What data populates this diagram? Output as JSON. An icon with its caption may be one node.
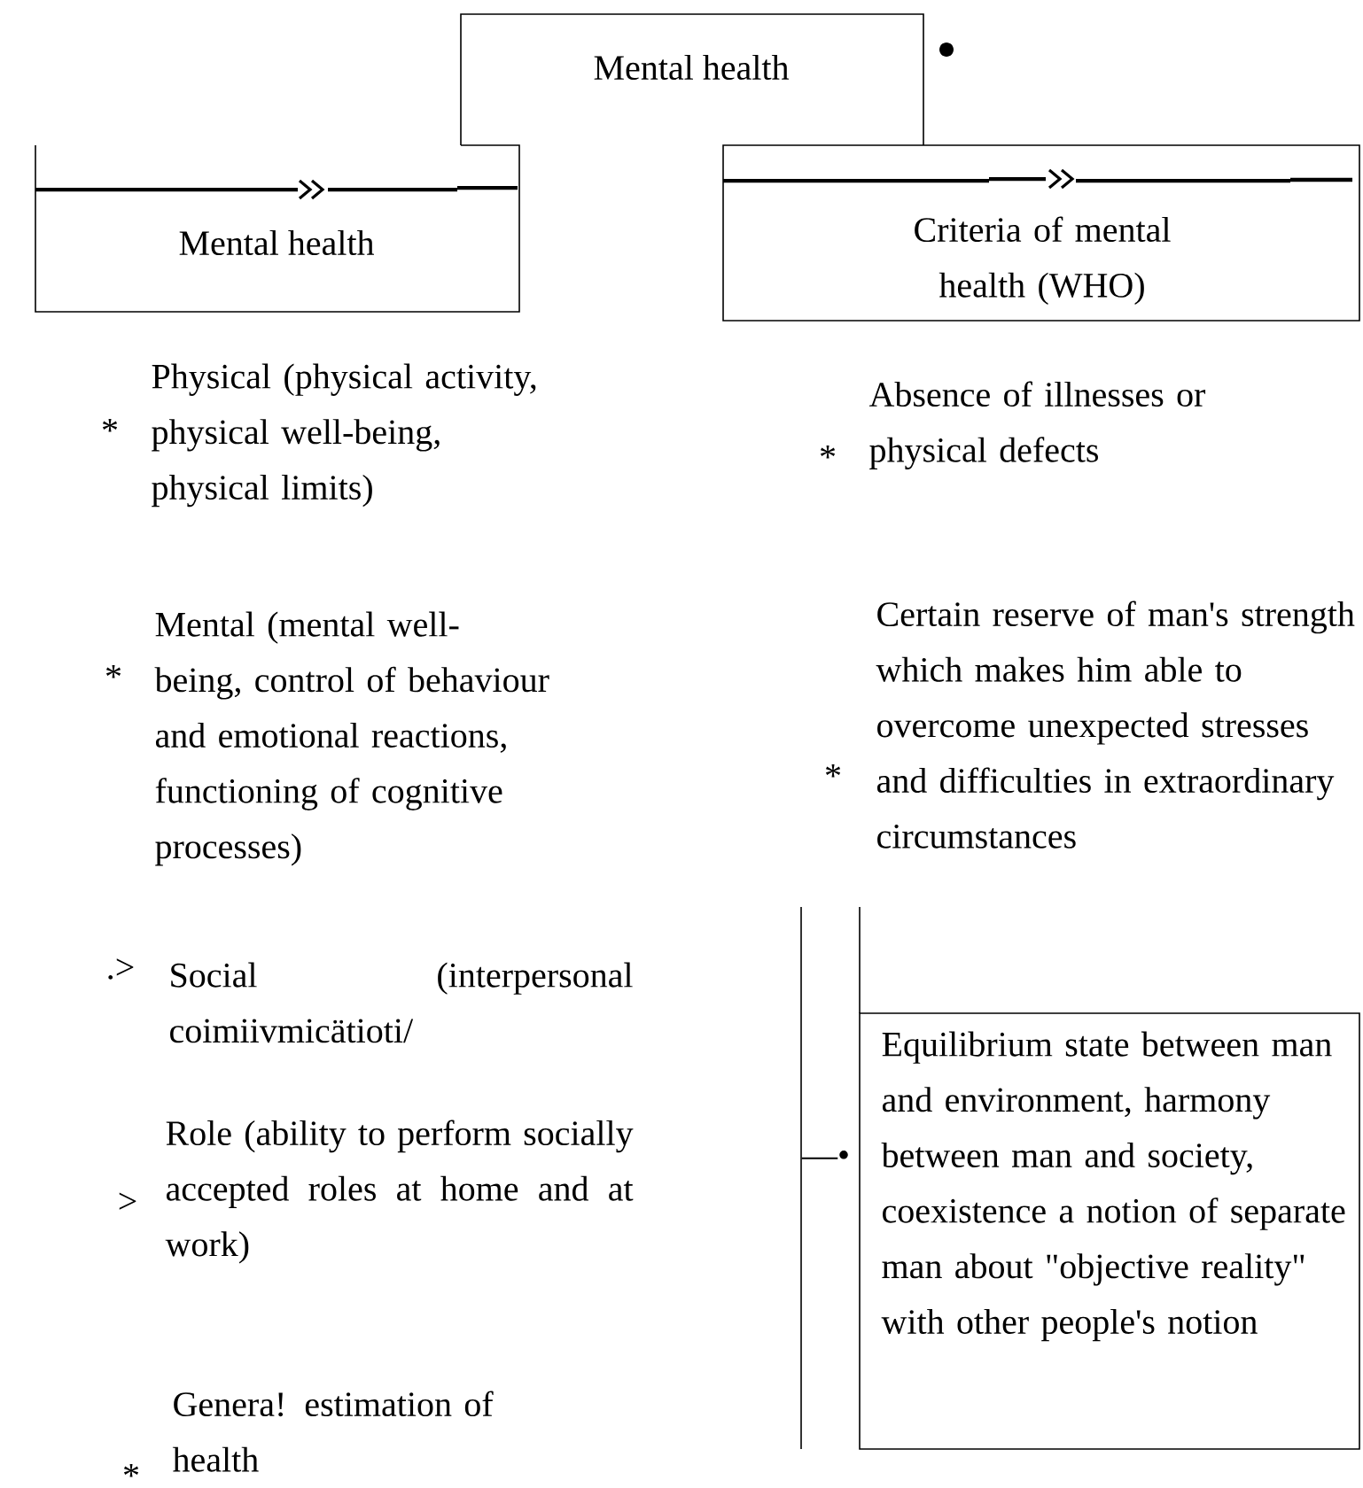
{
  "diagram": {
    "nodes": [
      {
        "text": [
          "Mental health"
        ]
      },
      {
        "text": [
          "Mental health"
        ]
      },
      {
        "text": [
          "Criteria of mental health (WHO)"
        ]
      },
      {
        "text": [
          "Equilibrium state between man and environment, harmony between man and society, coexistence a notion of separate man about \"objective reality\" with other people's notion"
        ]
      }
    ],
    "labels": [
      "*",
      "Physical (physical activity, physical well-being, physical limits)",
      "*",
      "Absence of illnesses or physical defects",
      "*",
      "Mental (mental well-being, control of behaviour and emotional reactions, functioning of cognitive processes)",
      "*",
      "Certain reserve of man's strength which makes him able to overcome unexpected stresses and difficulties in extraordinary circumstances",
      ".>",
      "Social (interpersonal coimiivmicätioti/",
      ">",
      "Role (ability to perform socially accepted roles at home and at work)",
      "—•",
      "*",
      "Genera! estimation of health"
    ]
  }
}
